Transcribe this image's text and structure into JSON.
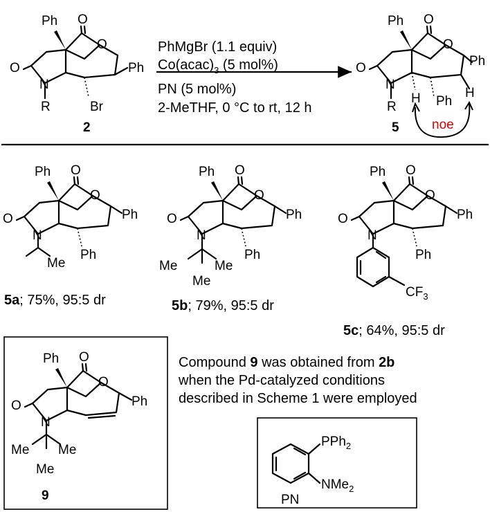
{
  "reaction": {
    "conditions": [
      "PhMgBr (1.1 equiv)",
      "Co(acac)",
      "3",
      " (5 mol%)",
      "PN (5 mol%)",
      "2-MeTHF, 0 °C to rt, 12 h"
    ],
    "start_label": "2",
    "product_label": "5",
    "noe_label": "noe"
  },
  "atoms": {
    "ph": "Ph",
    "o": "O",
    "n": "N",
    "r": "R",
    "br": "Br",
    "h": "H",
    "me": "Me",
    "cf": "CF",
    "three": "3",
    "pph": "PPh",
    "nme": "NMe",
    "two": "2"
  },
  "examples": [
    {
      "id": "5a",
      "rest": "; 75%, 95:5 dr"
    },
    {
      "id": "5b",
      "rest": "; 79%, 95:5 dr"
    },
    {
      "id": "5c",
      "rest": "; 64%, 95:5 dr"
    }
  ],
  "compound9": {
    "label": "9",
    "note": [
      "Compound ",
      "9",
      " was obtained from ",
      "2b",
      "when the Pd-catalyzed conditions",
      "described in Scheme 1 were employed"
    ]
  },
  "ligand": {
    "label": "PN"
  },
  "colors": {
    "noe": "#e00000",
    "text": "#000000"
  }
}
